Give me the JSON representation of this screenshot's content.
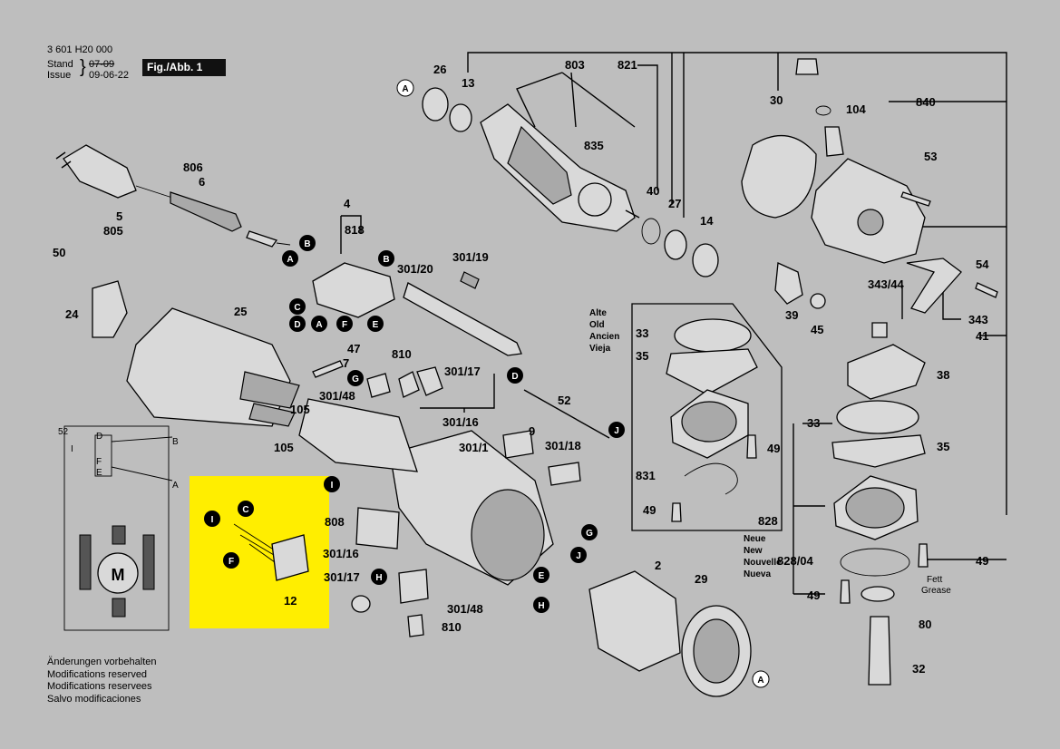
{
  "header": {
    "part_number": "3 601 H20 000",
    "stand_label": "Stand",
    "issue_label": "Issue",
    "old_date": "07-09",
    "new_date": "09-06-22",
    "figure_label": "Fig./Abb. 1"
  },
  "notes": [
    "Änderungen vorbehalten",
    "Modifications reserved",
    "Modifications reservees",
    "Salvo modificaciones"
  ],
  "old_legend": [
    "Alte",
    "Old",
    "Ancien",
    "Vieja"
  ],
  "new_legend": [
    "Neue",
    "New",
    "Nouvelle",
    "Nueva"
  ],
  "grease_labels": [
    "Fett",
    "Grease"
  ],
  "parts": {
    "p803": "803",
    "p821": "821",
    "p840": "840",
    "p26": "26",
    "p13": "13",
    "p835": "835",
    "p30": "30",
    "p104": "104",
    "p53": "53",
    "p806": "806",
    "p6": "6",
    "p5": "5",
    "p805": "805",
    "p40": "40",
    "p27": "27",
    "p14": "14",
    "p4": "4",
    "p818": "818",
    "p50": "50",
    "p301_19": "301/19",
    "p301_20": "301/20",
    "p24": "24",
    "p25": "25",
    "p47": "47",
    "p7": "7",
    "p810a": "810",
    "p301_17a": "301/17",
    "p301_48a": "301/48",
    "p301_16a": "301/16",
    "p105a": "105",
    "p105b": "105",
    "p52a": "52",
    "p9": "9",
    "p301_1": "301/1",
    "p301_18": "301/18",
    "p808": "808",
    "p301_16b": "301/16",
    "p301_17b": "301/17",
    "p301_48b": "301/48",
    "p810b": "810",
    "p12": "12",
    "p2": "2",
    "p29": "29",
    "p33a": "33",
    "p35a": "35",
    "p49a": "49",
    "p831": "831",
    "p49b": "49",
    "p54": "54",
    "p343_44": "343/44",
    "p343": "343",
    "p39": "39",
    "p45": "45",
    "p41": "41",
    "p38": "38",
    "p33b": "33",
    "p35b": "35",
    "p828": "828",
    "p828_04": "828/04",
    "p49c": "49",
    "p49d": "49",
    "p80": "80",
    "p32": "32"
  },
  "callouts": {
    "A": "A",
    "B": "B",
    "C": "C",
    "D": "D",
    "E": "E",
    "F": "F",
    "G": "G",
    "H": "H",
    "I": "I",
    "J": "J"
  },
  "schematic": {
    "terminal_52": "52",
    "term_D": "D",
    "term_I": "I",
    "term_F": "F",
    "term_E": "E",
    "term_B": "B",
    "term_A": "A",
    "motor": "M"
  },
  "colors": {
    "background": "#bebebe",
    "highlight": "#ffee00",
    "callout_fill": "#000000",
    "figure_box": "#111111"
  }
}
